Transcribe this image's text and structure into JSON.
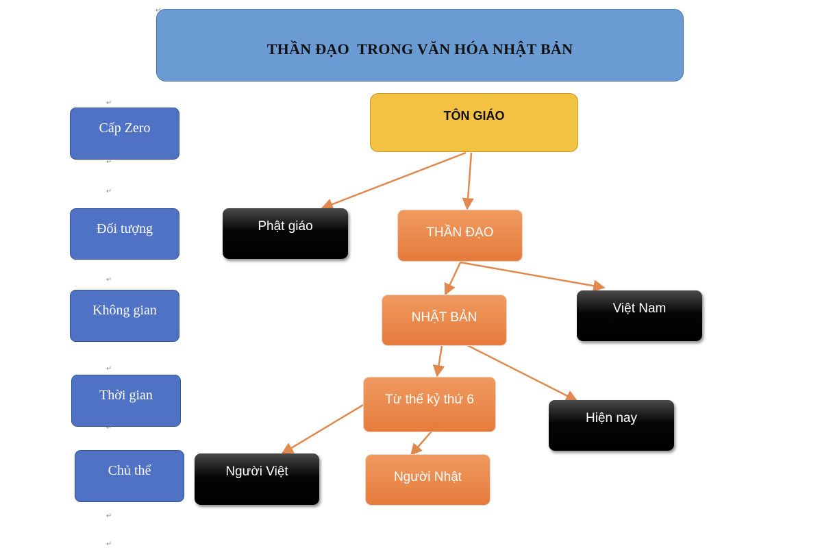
{
  "title": "THẦN ĐẠO  TRONG VĂN HÓA NHẬT BẢN",
  "paragraph_mark": "↵",
  "categories": [
    "Cấp Zero",
    "Đối tượng",
    "Không gian",
    "Thời gian",
    "Chủ thể"
  ],
  "nodes": {
    "ton_giao": "TÔN GIÁO",
    "phat_giao": "Phật giáo",
    "than_dao": "THẦN ĐẠO",
    "nhat_ban": "NHẬT BẢN",
    "viet_nam": "Việt Nam",
    "tu_the_ky": "Từ thế kỷ thứ 6",
    "hien_nay": "Hiện nay",
    "nguoi_viet": "Người Việt",
    "nguoi_nhat": "Người Nhật"
  },
  "colors": {
    "title_fill": "#6a9bd2",
    "category_fill": "#4f72c4",
    "root_fill": "#f4c243",
    "primary_fill": "#e8874a",
    "secondary_fill": "#000000",
    "arrow": "#e0884e"
  }
}
